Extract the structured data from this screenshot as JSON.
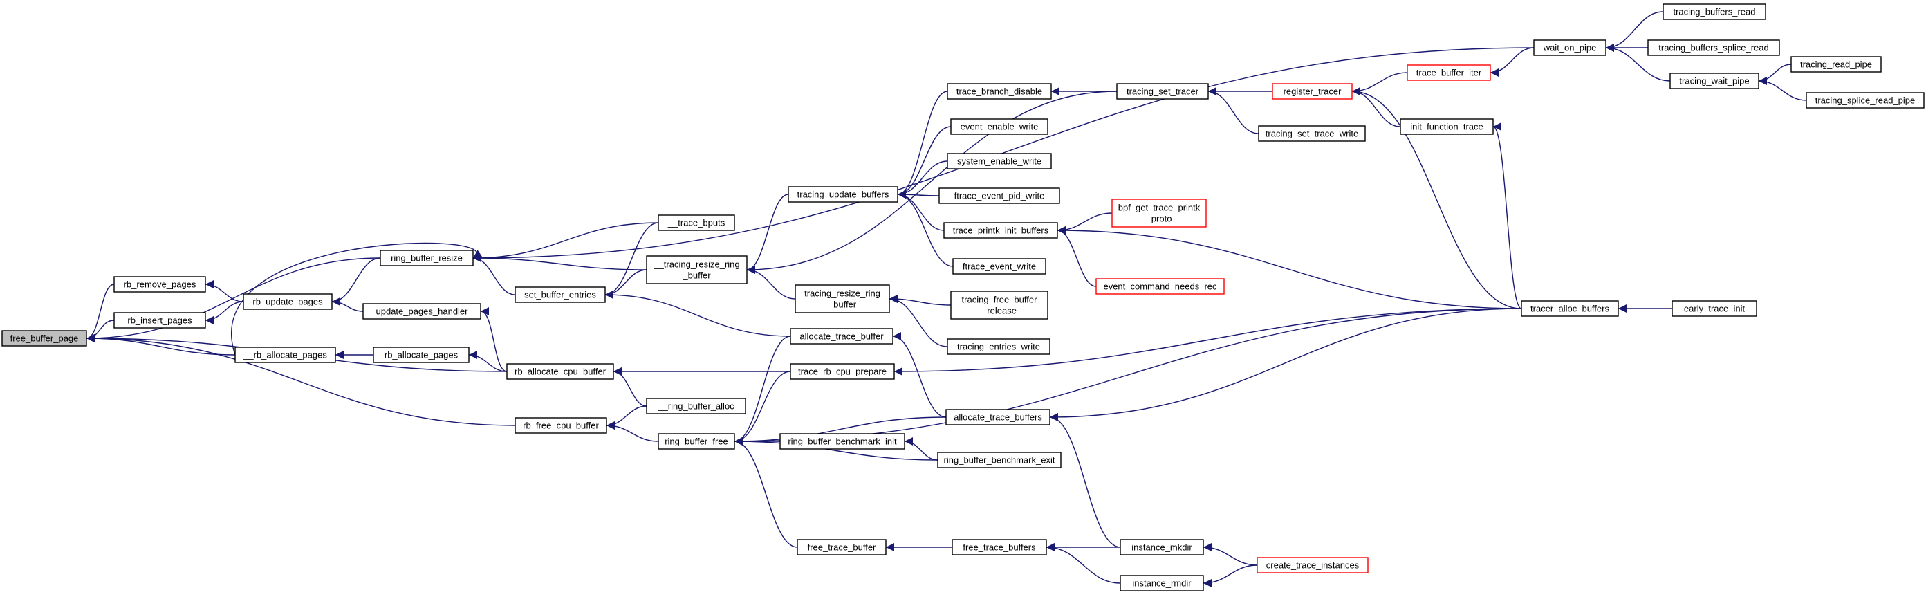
{
  "colors": {
    "edge": "#191970",
    "root_fill": "#bfbfbf",
    "red_border": "#ff0000",
    "border": "#000000"
  },
  "nodes": {
    "free_buffer_page": {
      "lines": [
        "free_buffer_page"
      ],
      "root": true
    },
    "rb_remove_pages": {
      "lines": [
        "rb_remove_pages"
      ]
    },
    "rb_insert_pages": {
      "lines": [
        "rb_insert_pages"
      ]
    },
    "rb_update_pages": {
      "lines": [
        "rb_update_pages"
      ]
    },
    "ring_buffer_resize": {
      "lines": [
        "ring_buffer_resize"
      ]
    },
    "update_pages_handler": {
      "lines": [
        "update_pages_handler"
      ]
    },
    "__rb_allocate_pages": {
      "lines": [
        "__rb_allocate_pages"
      ]
    },
    "rb_allocate_pages": {
      "lines": [
        "rb_allocate_pages"
      ]
    },
    "rb_allocate_cpu_buffer": {
      "lines": [
        "rb_allocate_cpu_buffer"
      ]
    },
    "rb_free_cpu_buffer": {
      "lines": [
        "rb_free_cpu_buffer"
      ]
    },
    "set_buffer_entries": {
      "lines": [
        "set_buffer_entries"
      ]
    },
    "__trace_bputs": {
      "lines": [
        "__trace_bputs"
      ]
    },
    "__tracing_resize_ring_buffer": {
      "lines": [
        "__tracing_resize_ring",
        "_buffer"
      ]
    },
    "__ring_buffer_alloc": {
      "lines": [
        "__ring_buffer_alloc"
      ]
    },
    "ring_buffer_free": {
      "lines": [
        "ring_buffer_free"
      ]
    },
    "tracing_update_buffers": {
      "lines": [
        "tracing_update_buffers"
      ]
    },
    "tracing_resize_ring_buffer": {
      "lines": [
        "tracing_resize_ring",
        "_buffer"
      ]
    },
    "allocate_trace_buffer": {
      "lines": [
        "allocate_trace_buffer"
      ]
    },
    "trace_rb_cpu_prepare": {
      "lines": [
        "trace_rb_cpu_prepare"
      ]
    },
    "ring_buffer_benchmark_init": {
      "lines": [
        "ring_buffer_benchmark_init"
      ]
    },
    "free_trace_buffer": {
      "lines": [
        "free_trace_buffer"
      ]
    },
    "trace_branch_disable": {
      "lines": [
        "trace_branch_disable"
      ]
    },
    "event_enable_write": {
      "lines": [
        "event_enable_write"
      ]
    },
    "system_enable_write": {
      "lines": [
        "system_enable_write"
      ]
    },
    "ftrace_event_pid_write": {
      "lines": [
        "ftrace_event_pid_write"
      ]
    },
    "trace_printk_init_buffers": {
      "lines": [
        "trace_printk_init_buffers"
      ]
    },
    "ftrace_event_write": {
      "lines": [
        "ftrace_event_write"
      ]
    },
    "tracing_free_buffer_release": {
      "lines": [
        "tracing_free_buffer",
        "_release"
      ]
    },
    "tracing_entries_write": {
      "lines": [
        "tracing_entries_write"
      ]
    },
    "allocate_trace_buffers": {
      "lines": [
        "allocate_trace_buffers"
      ]
    },
    "ring_buffer_benchmark_exit": {
      "lines": [
        "ring_buffer_benchmark_exit"
      ]
    },
    "free_trace_buffers": {
      "lines": [
        "free_trace_buffers"
      ]
    },
    "tracing_set_tracer": {
      "lines": [
        "tracing_set_tracer"
      ]
    },
    "tracing_set_trace_write": {
      "lines": [
        "tracing_set_trace_write"
      ]
    },
    "bpf_get_trace_printk_proto": {
      "lines": [
        "bpf_get_trace_printk",
        "_proto"
      ],
      "red": true
    },
    "event_command_needs_rec": {
      "lines": [
        "event_command_needs_rec"
      ],
      "red": true
    },
    "register_tracer": {
      "lines": [
        "register_tracer"
      ],
      "red": true
    },
    "init_function_trace": {
      "lines": [
        "init_function_trace"
      ]
    },
    "instance_mkdir": {
      "lines": [
        "instance_mkdir"
      ]
    },
    "instance_rmdir": {
      "lines": [
        "instance_rmdir"
      ]
    },
    "create_trace_instances": {
      "lines": [
        "create_trace_instances"
      ],
      "red": true
    },
    "trace_buffer_iter": {
      "lines": [
        "trace_buffer_iter"
      ],
      "red": true
    },
    "wait_on_pipe": {
      "lines": [
        "wait_on_pipe"
      ]
    },
    "tracer_alloc_buffers": {
      "lines": [
        "tracer_alloc_buffers"
      ]
    },
    "tracing_buffers_read": {
      "lines": [
        "tracing_buffers_read"
      ]
    },
    "tracing_buffers_splice_read": {
      "lines": [
        "tracing_buffers_splice_read"
      ]
    },
    "tracing_wait_pipe": {
      "lines": [
        "tracing_wait_pipe"
      ]
    },
    "tracing_read_pipe": {
      "lines": [
        "tracing_read_pipe"
      ]
    },
    "tracing_splice_read_pipe": {
      "lines": [
        "tracing_splice_read_pipe"
      ]
    },
    "early_trace_init": {
      "lines": [
        "early_trace_init"
      ]
    }
  },
  "edges": [
    [
      "rb_remove_pages",
      "free_buffer_page"
    ],
    [
      "rb_insert_pages",
      "free_buffer_page"
    ],
    [
      "ring_buffer_resize",
      "free_buffer_page"
    ],
    [
      "__rb_allocate_pages",
      "free_buffer_page"
    ],
    [
      "rb_allocate_cpu_buffer",
      "free_buffer_page"
    ],
    [
      "rb_free_cpu_buffer",
      "free_buffer_page"
    ],
    [
      "rb_update_pages",
      "rb_remove_pages"
    ],
    [
      "rb_update_pages",
      "rb_insert_pages"
    ],
    [
      "ring_buffer_resize",
      "rb_update_pages"
    ],
    [
      "update_pages_handler",
      "rb_update_pages"
    ],
    [
      "__rb_allocate_pages",
      "ring_buffer_resize"
    ],
    [
      "wait_on_pipe",
      "ring_buffer_resize"
    ],
    [
      "__trace_bputs",
      "ring_buffer_resize"
    ],
    [
      "__tracing_resize_ring_buffer",
      "ring_buffer_resize"
    ],
    [
      "set_buffer_entries",
      "ring_buffer_resize"
    ],
    [
      "rb_allocate_pages",
      "__rb_allocate_pages"
    ],
    [
      "rb_allocate_cpu_buffer",
      "rb_allocate_pages"
    ],
    [
      "rb_allocate_cpu_buffer",
      "update_pages_handler"
    ],
    [
      "__ring_buffer_alloc",
      "rb_allocate_cpu_buffer"
    ],
    [
      "trace_rb_cpu_prepare",
      "rb_allocate_cpu_buffer"
    ],
    [
      "__ring_buffer_alloc",
      "rb_free_cpu_buffer"
    ],
    [
      "ring_buffer_free",
      "rb_free_cpu_buffer"
    ],
    [
      "__trace_bputs",
      "set_buffer_entries"
    ],
    [
      "__tracing_resize_ring_buffer",
      "set_buffer_entries"
    ],
    [
      "allocate_trace_buffer",
      "set_buffer_entries"
    ],
    [
      "tracing_update_buffers",
      "__tracing_resize_ring_buffer"
    ],
    [
      "tracing_resize_ring_buffer",
      "__tracing_resize_ring_buffer"
    ],
    [
      "tracing_set_tracer",
      "__tracing_resize_ring_buffer"
    ],
    [
      "allocate_trace_buffer",
      "ring_buffer_free"
    ],
    [
      "trace_rb_cpu_prepare",
      "ring_buffer_free"
    ],
    [
      "allocate_trace_buffers",
      "ring_buffer_free"
    ],
    [
      "ring_buffer_benchmark_init",
      "ring_buffer_free"
    ],
    [
      "ring_buffer_benchmark_exit",
      "ring_buffer_free"
    ],
    [
      "tracer_alloc_buffers",
      "ring_buffer_free"
    ],
    [
      "free_trace_buffer",
      "ring_buffer_free"
    ],
    [
      "trace_branch_disable",
      "tracing_update_buffers"
    ],
    [
      "event_enable_write",
      "tracing_update_buffers"
    ],
    [
      "system_enable_write",
      "tracing_update_buffers"
    ],
    [
      "ftrace_event_pid_write",
      "tracing_update_buffers"
    ],
    [
      "trace_printk_init_buffers",
      "tracing_update_buffers"
    ],
    [
      "ftrace_event_write",
      "tracing_update_buffers"
    ],
    [
      "tracing_free_buffer_release",
      "tracing_resize_ring_buffer"
    ],
    [
      "tracing_entries_write",
      "tracing_resize_ring_buffer"
    ],
    [
      "allocate_trace_buffers",
      "allocate_trace_buffer"
    ],
    [
      "tracer_alloc_buffers",
      "trace_rb_cpu_prepare"
    ],
    [
      "ring_buffer_benchmark_exit",
      "ring_buffer_benchmark_init"
    ],
    [
      "free_trace_buffers",
      "free_trace_buffer"
    ],
    [
      "tracing_set_tracer",
      "trace_branch_disable"
    ],
    [
      "bpf_get_trace_printk_proto",
      "trace_printk_init_buffers"
    ],
    [
      "event_command_needs_rec",
      "trace_printk_init_buffers"
    ],
    [
      "tracer_alloc_buffers",
      "trace_printk_init_buffers"
    ],
    [
      "tracer_alloc_buffers",
      "allocate_trace_buffers"
    ],
    [
      "instance_mkdir",
      "allocate_trace_buffers"
    ],
    [
      "instance_mkdir",
      "free_trace_buffers"
    ],
    [
      "instance_rmdir",
      "free_trace_buffers"
    ],
    [
      "register_tracer",
      "tracing_set_tracer"
    ],
    [
      "tracing_set_trace_write",
      "tracing_set_tracer"
    ],
    [
      "create_trace_instances",
      "instance_mkdir"
    ],
    [
      "create_trace_instances",
      "instance_rmdir"
    ],
    [
      "trace_buffer_iter",
      "register_tracer"
    ],
    [
      "init_function_trace",
      "register_tracer"
    ],
    [
      "tracer_alloc_buffers",
      "register_tracer"
    ],
    [
      "tracer_alloc_buffers",
      "init_function_trace"
    ],
    [
      "wait_on_pipe",
      "trace_buffer_iter"
    ],
    [
      "tracing_buffers_read",
      "wait_on_pipe"
    ],
    [
      "tracing_buffers_splice_read",
      "wait_on_pipe"
    ],
    [
      "tracing_wait_pipe",
      "wait_on_pipe"
    ],
    [
      "tracing_read_pipe",
      "tracing_wait_pipe"
    ],
    [
      "tracing_splice_read_pipe",
      "tracing_wait_pipe"
    ],
    [
      "early_trace_init",
      "tracer_alloc_buffers"
    ]
  ]
}
